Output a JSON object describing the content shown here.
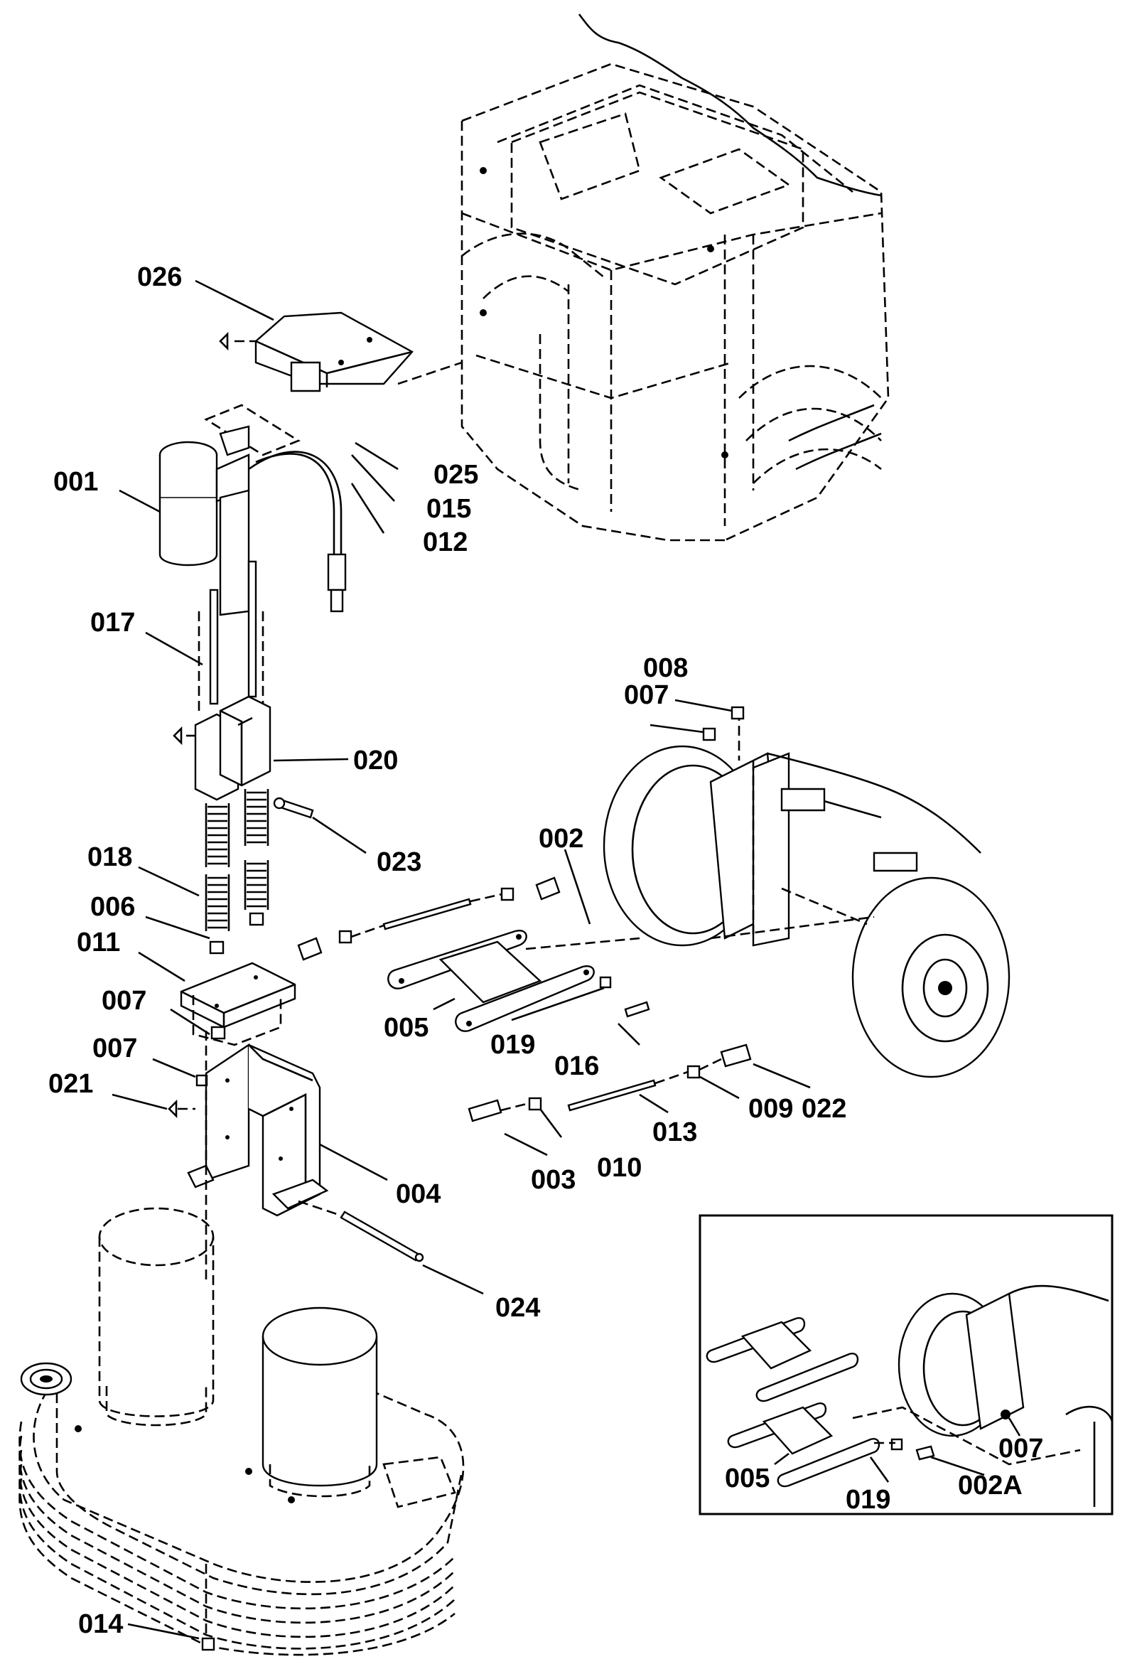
{
  "labels": {
    "p001": "001",
    "p002": "002",
    "p002a": "002A",
    "p003": "003",
    "p004": "004",
    "p005": "005",
    "p005b": "005",
    "p006": "006",
    "p007a": "007",
    "p007b": "007",
    "p007c": "007",
    "p007d": "007",
    "p008": "008",
    "p009": "009",
    "p010": "010",
    "p011": "011",
    "p012": "012",
    "p013": "013",
    "p014": "014",
    "p015": "015",
    "p016": "016",
    "p017": "017",
    "p018": "018",
    "p019": "019",
    "p019b": "019",
    "p020": "020",
    "p021": "021",
    "p022": "022",
    "p023": "023",
    "p024": "024",
    "p025": "025",
    "p026": "026"
  }
}
